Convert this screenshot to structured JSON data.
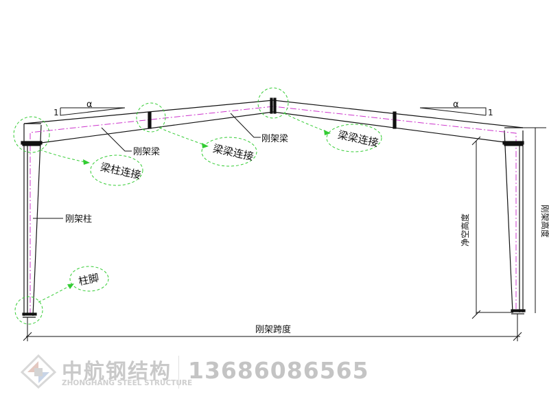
{
  "labels": {
    "beam_left": "刚架梁",
    "beam_right": "刚架梁",
    "column": "刚架柱",
    "clear_height": "净空高度",
    "frame_height": "刚架高度",
    "span": "刚架跨度"
  },
  "callouts": {
    "beam_column_joint": "梁柱连接",
    "beam_joint_left": "梁梁连接",
    "beam_joint_ridge": "梁梁连接",
    "column_base": "柱脚"
  },
  "slope_marks": {
    "left_alpha": "α",
    "left_one": "1",
    "right_alpha": "α",
    "right_one": "1"
  },
  "footer": {
    "company_name": "中航钢结构",
    "company_name_en": "ZHONGHANG STEEL STRUCTURE",
    "phone": "13686086565"
  },
  "colors": {
    "line": "#111111",
    "centerline": "#cc33cc",
    "callout": "#33cc33",
    "watermark": "#c4c4c4"
  }
}
